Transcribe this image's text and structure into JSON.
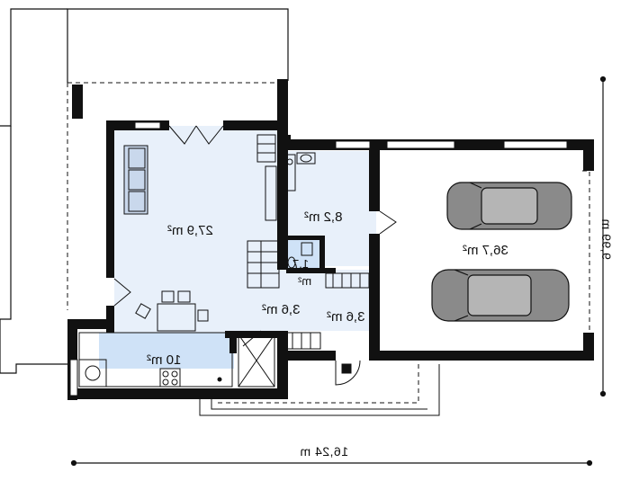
{
  "colors": {
    "wall": "#111111",
    "room_fill": "#e8f0fa",
    "kitchen_fill": "#cfe2f7",
    "car_fill": "#8a8a8a",
    "sofa_fill": "#c9d8ec"
  },
  "rooms": {
    "living": "27,9 m²",
    "office": "8,2 m²",
    "garage": "36,7 m²",
    "bath_value": "1,7",
    "bath_unit": "m²",
    "hall": "3,6 m²",
    "vestibule": "3,6 m²",
    "kitchen": "10 m²"
  },
  "dimensions": {
    "width": "16,24 m",
    "depth": "9,99 m"
  },
  "icons": {
    "car_top": "car-icon",
    "car_bottom": "car-icon",
    "sofa": "sofa-icon",
    "dining": "dining-table-icon",
    "stairs": "stairs-icon"
  }
}
